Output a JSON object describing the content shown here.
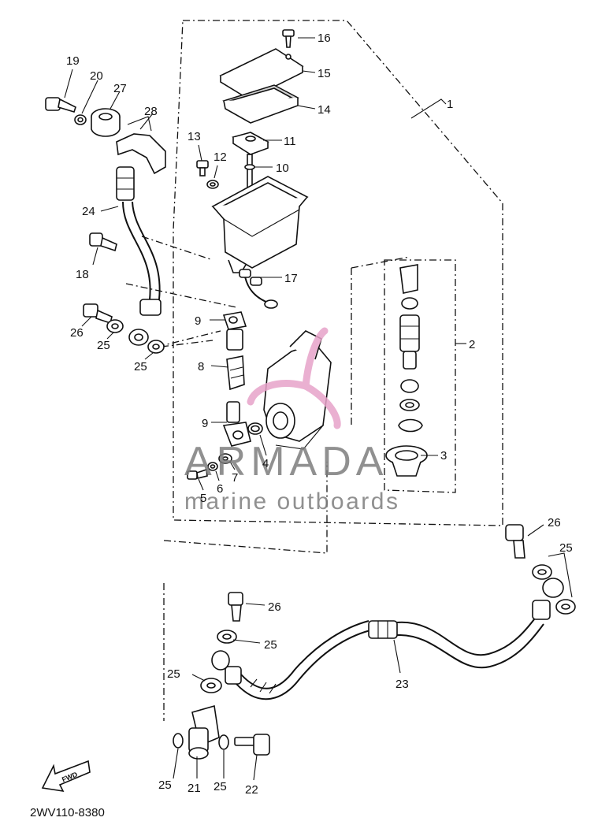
{
  "callouts": [
    {
      "id": "1",
      "label": "1"
    },
    {
      "id": "2",
      "label": "2"
    },
    {
      "id": "3",
      "label": "3"
    },
    {
      "id": "4",
      "label": "4"
    },
    {
      "id": "5",
      "label": "5"
    },
    {
      "id": "6",
      "label": "6"
    },
    {
      "id": "7",
      "label": "7"
    },
    {
      "id": "8",
      "label": "8"
    },
    {
      "id": "9a",
      "label": "9"
    },
    {
      "id": "9b",
      "label": "9"
    },
    {
      "id": "10",
      "label": "10"
    },
    {
      "id": "11",
      "label": "11"
    },
    {
      "id": "12",
      "label": "12"
    },
    {
      "id": "13",
      "label": "13"
    },
    {
      "id": "14",
      "label": "14"
    },
    {
      "id": "15",
      "label": "15"
    },
    {
      "id": "16",
      "label": "16"
    },
    {
      "id": "17",
      "label": "17"
    },
    {
      "id": "18",
      "label": "18"
    },
    {
      "id": "19",
      "label": "19"
    },
    {
      "id": "20",
      "label": "20"
    },
    {
      "id": "21",
      "label": "21"
    },
    {
      "id": "22",
      "label": "22"
    },
    {
      "id": "23",
      "label": "23"
    },
    {
      "id": "24",
      "label": "24"
    },
    {
      "id": "25a",
      "label": "25"
    },
    {
      "id": "25b",
      "label": "25"
    },
    {
      "id": "25c",
      "label": "25"
    },
    {
      "id": "25d",
      "label": "25"
    },
    {
      "id": "25e",
      "label": "25"
    },
    {
      "id": "25f",
      "label": "25"
    },
    {
      "id": "25g",
      "label": "25"
    },
    {
      "id": "26a",
      "label": "26"
    },
    {
      "id": "26b",
      "label": "26"
    },
    {
      "id": "26c",
      "label": "26"
    },
    {
      "id": "27",
      "label": "27"
    },
    {
      "id": "28",
      "label": "28"
    }
  ],
  "watermark": {
    "brand": "ARMADA",
    "tagline": "marine outboards",
    "logo_color": "#e7a3c9"
  },
  "diagram_code": "2WV110-8380",
  "fwd_label": "FWD"
}
